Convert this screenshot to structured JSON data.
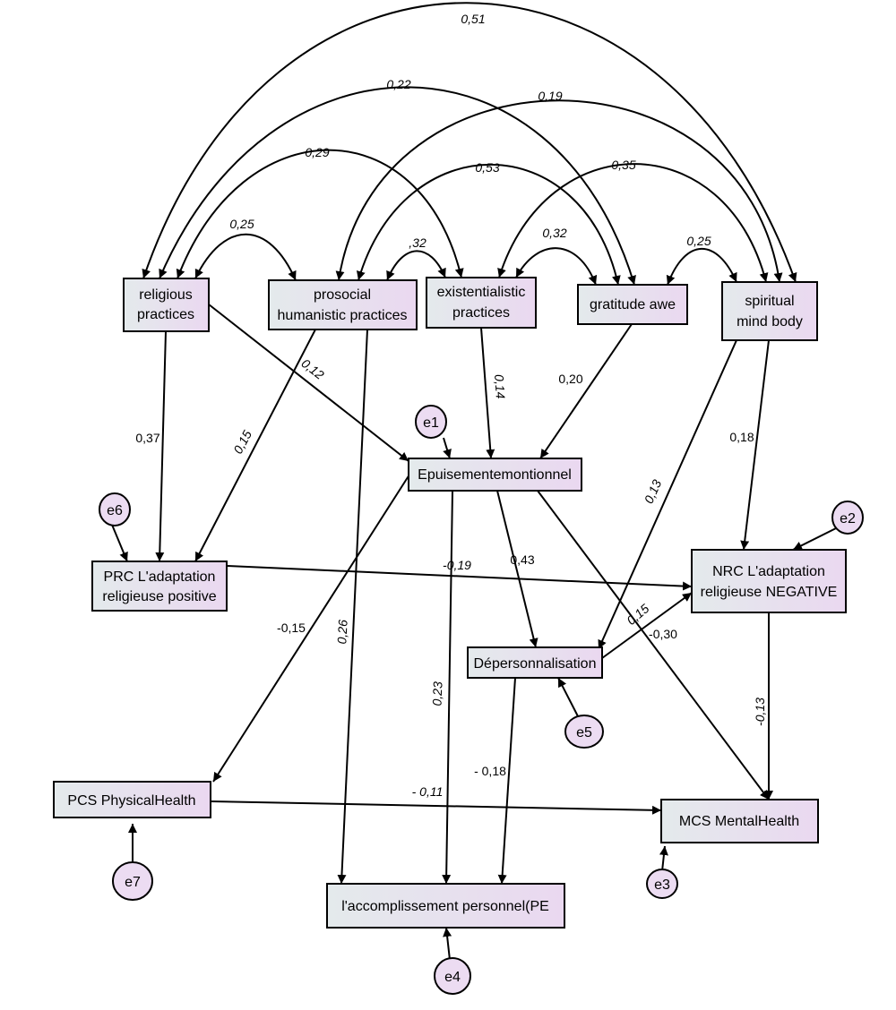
{
  "nodes": {
    "religious": [
      "religious",
      "practices"
    ],
    "prosocial": [
      "prosocial",
      "humanistic practices"
    ],
    "existential": [
      "existentialistic",
      "practices"
    ],
    "gratitude": [
      "gratitude awe"
    ],
    "spiritual": [
      "spiritual",
      "mind body"
    ],
    "epuisement": [
      "Epuisementemontionnel"
    ],
    "prc": [
      "PRC L'adaptation",
      "religieuse positive"
    ],
    "nrc": [
      "NRC L'adaptation",
      "religieuse  NEGATIVE"
    ],
    "depers": [
      "Dépersonnalisation"
    ],
    "pcs": [
      "PCS PhysicalHealth"
    ],
    "mcs": [
      "MCS MentalHealth"
    ],
    "accomp": [
      "l'accomplissement personnel(PE"
    ]
  },
  "errors": {
    "e1": "e1",
    "e2": "e2",
    "e3": "e3",
    "e4": "e4",
    "e5": "e5",
    "e6": "e6",
    "e7": "e7"
  },
  "coefficients": {
    "c_rel_spi": "0,51",
    "c_rel_gra": "0,22",
    "c_pro_spi": "0,19",
    "c_rel_exi": "0,29",
    "c_pro_gra": "0,53",
    "c_exi_spi": "0,35",
    "c_rel_pro": "0,25",
    "c_pro_exi": ",32",
    "c_exi_gra": "0,32",
    "c_gra_spi": "0,25",
    "c_rel_epu": "0,12",
    "c_exi_epu": "0,14",
    "c_gra_epu": "0,20",
    "c_rel_prc": "0,37",
    "c_pro_prc": "0,15",
    "c_spi_nrc": "0,18",
    "c_spi_dep": "0,13",
    "c_prc_nrc": "-0,19",
    "c_epu_dep": "0,43",
    "c_epu_pcs": "-0,15",
    "c_pro_acc": "0,26",
    "c_epu_acc": "0,23",
    "c_dep_nrc": "0,15",
    "c_epu_mcs": "-0,30",
    "c_nrc_mcs": "-0,13",
    "c_dep_acc": "- 0,18",
    "c_pcs_mcs": "- 0,11"
  }
}
